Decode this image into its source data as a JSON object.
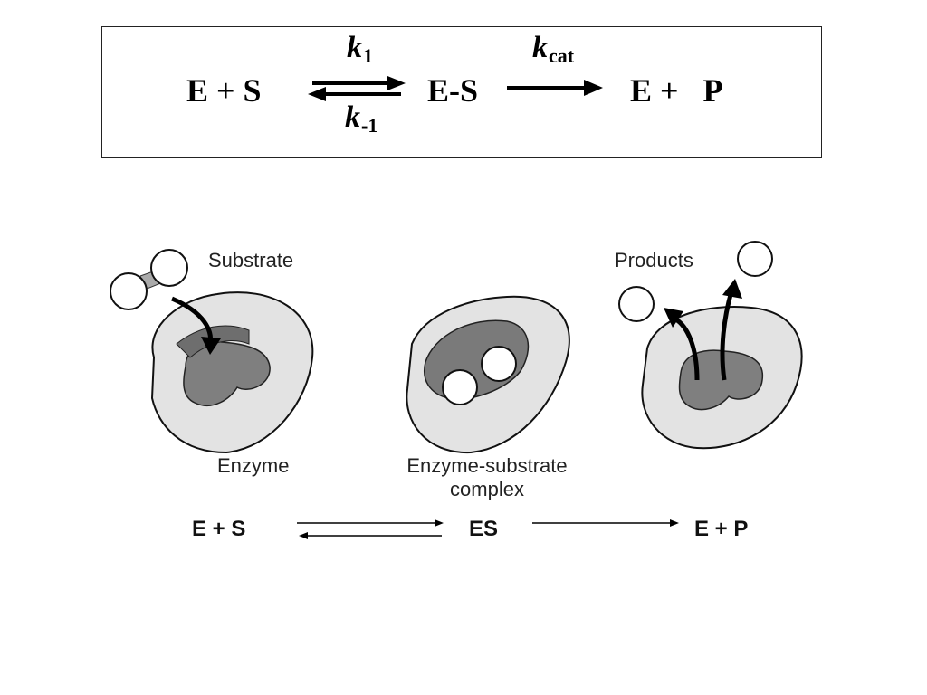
{
  "scheme": {
    "left": "E + S",
    "k_forward": "k",
    "k_forward_sub": "1",
    "k_reverse": "k",
    "k_reverse_sub": "-1",
    "middle": "E-S",
    "k_cat": "k",
    "k_cat_sub": "cat",
    "right": "E +   P"
  },
  "figure": {
    "substrate_label": "Substrate",
    "products_label": "Products",
    "enzyme_label": "Enzyme",
    "complex_label_line1": "Enzyme-substrate",
    "complex_label_line2": "complex",
    "eq_left": "E + S",
    "eq_middle": "ES",
    "eq_right": "E + P"
  }
}
